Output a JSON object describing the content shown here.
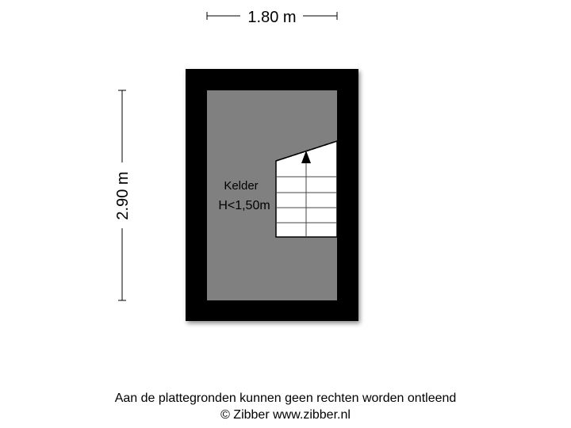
{
  "dimensions": {
    "width_label": "1.80 m",
    "height_label": "2.90 m"
  },
  "room": {
    "name": "Kelder",
    "height_note": "H<1,50m"
  },
  "colors": {
    "wall": "#000000",
    "floor": "#808080",
    "stairs": "#ffffff"
  },
  "footer": {
    "disclaimer": "Aan de plattegronden kunnen geen rechten worden ontleend",
    "copyright": "© Zibber www.zibber.nl"
  }
}
